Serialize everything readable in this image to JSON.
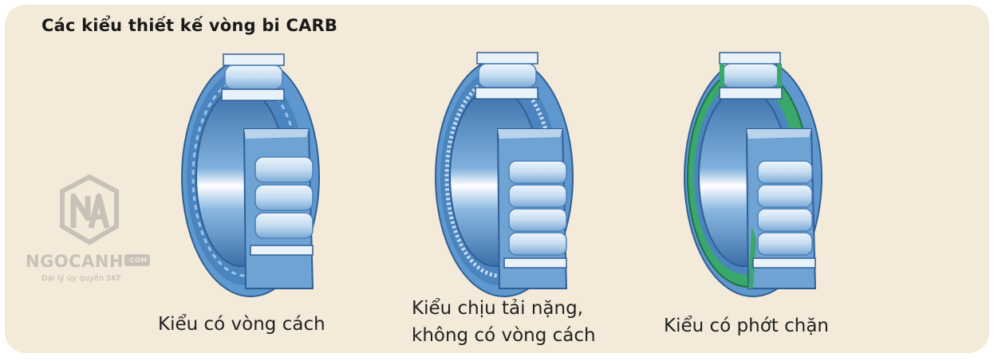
{
  "title": "Các kiểu thiết kế vòng bi CARB",
  "watermark": {
    "badge": "NA",
    "brand": "NGOCANH",
    "brand_suffix": ".COM",
    "tagline": "Đại lý ủy quyền SKF"
  },
  "designs": [
    {
      "caption_lines": [
        "Kiểu có vòng cách"
      ],
      "seal": false
    },
    {
      "caption_lines": [
        "Kiểu chịu tải nặng,",
        "không có vòng cách"
      ],
      "seal": false
    },
    {
      "caption_lines": [
        "Kiểu có phớt chặn"
      ],
      "seal": true
    }
  ],
  "colors": {
    "background": "#f3ead9",
    "ring_blue": "#6ea3d4",
    "ring_dark": "#3f78b5",
    "seal_green": "#3aa76d",
    "roller_light": "#d6e6f5"
  }
}
